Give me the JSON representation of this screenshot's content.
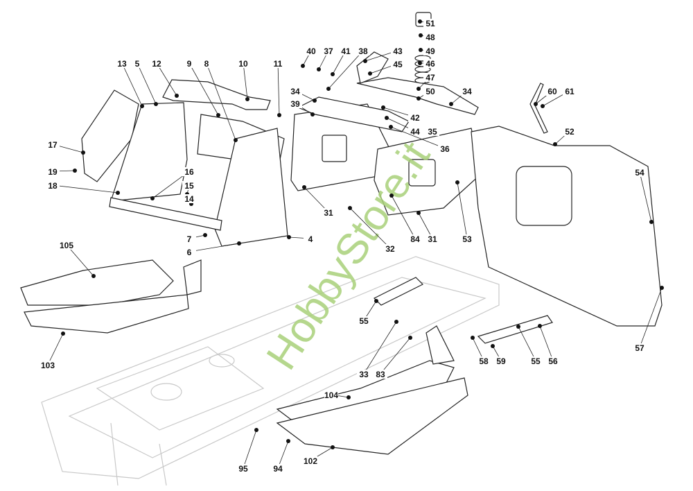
{
  "diagram": {
    "watermark": "HobbyStore.it",
    "watermark_color": "#a9d17a",
    "part_numbers": [
      "51",
      "48",
      "49",
      "46",
      "47",
      "50",
      "34",
      "43",
      "45",
      "40",
      "37",
      "41",
      "38",
      "34",
      "39",
      "42",
      "44",
      "35",
      "36",
      "60",
      "61",
      "52",
      "54",
      "57",
      "53",
      "31",
      "84",
      "32",
      "31",
      "13",
      "5",
      "12",
      "9",
      "8",
      "10",
      "11",
      "17",
      "19",
      "18",
      "16",
      "15",
      "14",
      "7",
      "6",
      "4",
      "105",
      "103",
      "55",
      "33",
      "83",
      "104",
      "58",
      "59",
      "55",
      "56",
      "95",
      "94",
      "102"
    ]
  }
}
